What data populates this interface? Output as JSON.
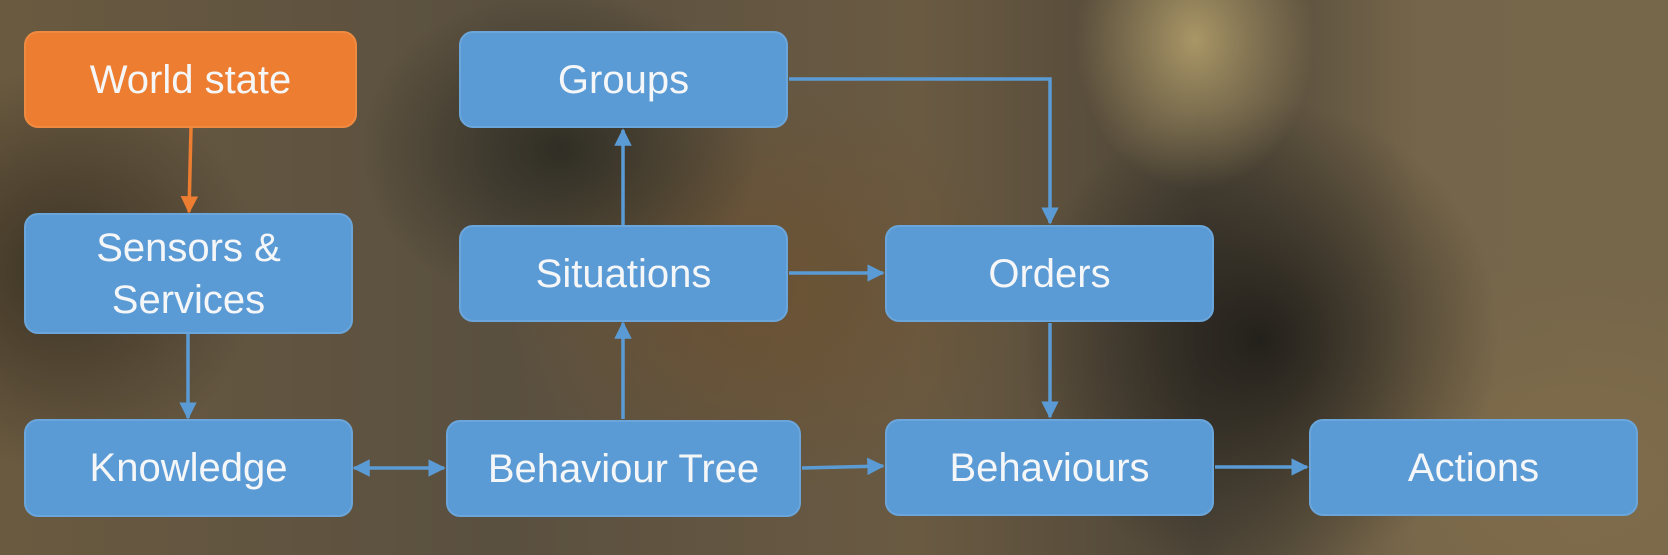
{
  "diagram": {
    "nodes": {
      "world_state": {
        "label": "World state",
        "color": "#ed7d31"
      },
      "sensors_services": {
        "label_line1": "Sensors &",
        "label_line2": "Services",
        "color": "#5b9bd5"
      },
      "knowledge": {
        "label": "Knowledge",
        "color": "#5b9bd5"
      },
      "groups": {
        "label": "Groups",
        "color": "#5b9bd5"
      },
      "situations": {
        "label": "Situations",
        "color": "#5b9bd5"
      },
      "behaviour_tree": {
        "label": "Behaviour Tree",
        "color": "#5b9bd5"
      },
      "orders": {
        "label": "Orders",
        "color": "#5b9bd5"
      },
      "behaviours": {
        "label": "Behaviours",
        "color": "#5b9bd5"
      },
      "actions": {
        "label": "Actions",
        "color": "#5b9bd5"
      }
    },
    "edges": [
      {
        "from": "World state",
        "to": "Sensors & Services",
        "direction": "forward"
      },
      {
        "from": "Sensors & Services",
        "to": "Knowledge",
        "direction": "forward"
      },
      {
        "from": "Knowledge",
        "to": "Behaviour Tree",
        "direction": "both"
      },
      {
        "from": "Behaviour Tree",
        "to": "Situations",
        "direction": "forward"
      },
      {
        "from": "Situations",
        "to": "Groups",
        "direction": "forward"
      },
      {
        "from": "Groups",
        "to": "Orders",
        "direction": "forward"
      },
      {
        "from": "Situations",
        "to": "Orders",
        "direction": "forward"
      },
      {
        "from": "Behaviour Tree",
        "to": "Behaviours",
        "direction": "forward"
      },
      {
        "from": "Orders",
        "to": "Behaviours",
        "direction": "forward"
      },
      {
        "from": "Behaviours",
        "to": "Actions",
        "direction": "forward"
      }
    ],
    "edge_color_blue": "#5b9bd5",
    "edge_color_orange": "#ed7d31"
  }
}
